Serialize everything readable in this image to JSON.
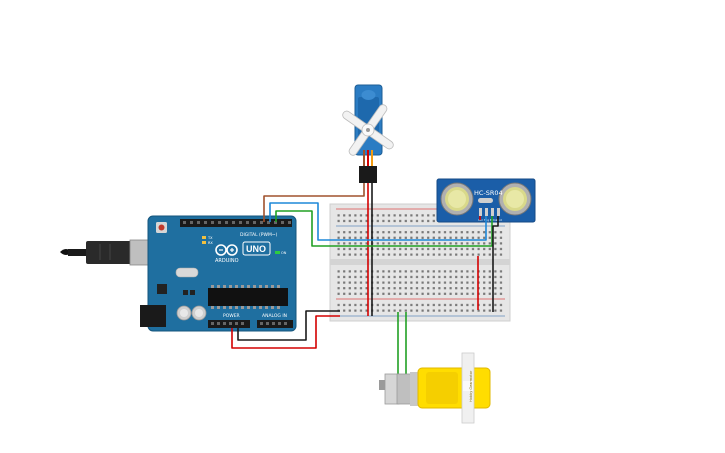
{
  "arduino": {
    "logo_text": "ARDUINO",
    "model_text": "UNO",
    "digital_label": "DIGITAL (PWM~)",
    "power_label": "POWER",
    "analog_label": "ANALOG IN",
    "tx_label": "TX",
    "rx_label": "RX",
    "on_label": "ON"
  },
  "ultrasonic_sensor": {
    "model_text": "HC-SR04",
    "pins": [
      "Vcc",
      "Trig",
      "Echo",
      "Gnd"
    ]
  },
  "dc_motor": {
    "label_text": "Hobby Gearmotor"
  },
  "colors": {
    "arduino_board": "#1f6fa0",
    "breadboard": "#e6e6e6",
    "sensor_body": "#1b5ea8",
    "servo_body": "#2b7cc3",
    "motor_body": "#ffdd00",
    "wire_red": "#d40000",
    "wire_black": "#1a1a1a",
    "wire_green": "#21a024",
    "wire_blue": "#1e88d8",
    "wire_brown": "#a0522d"
  }
}
